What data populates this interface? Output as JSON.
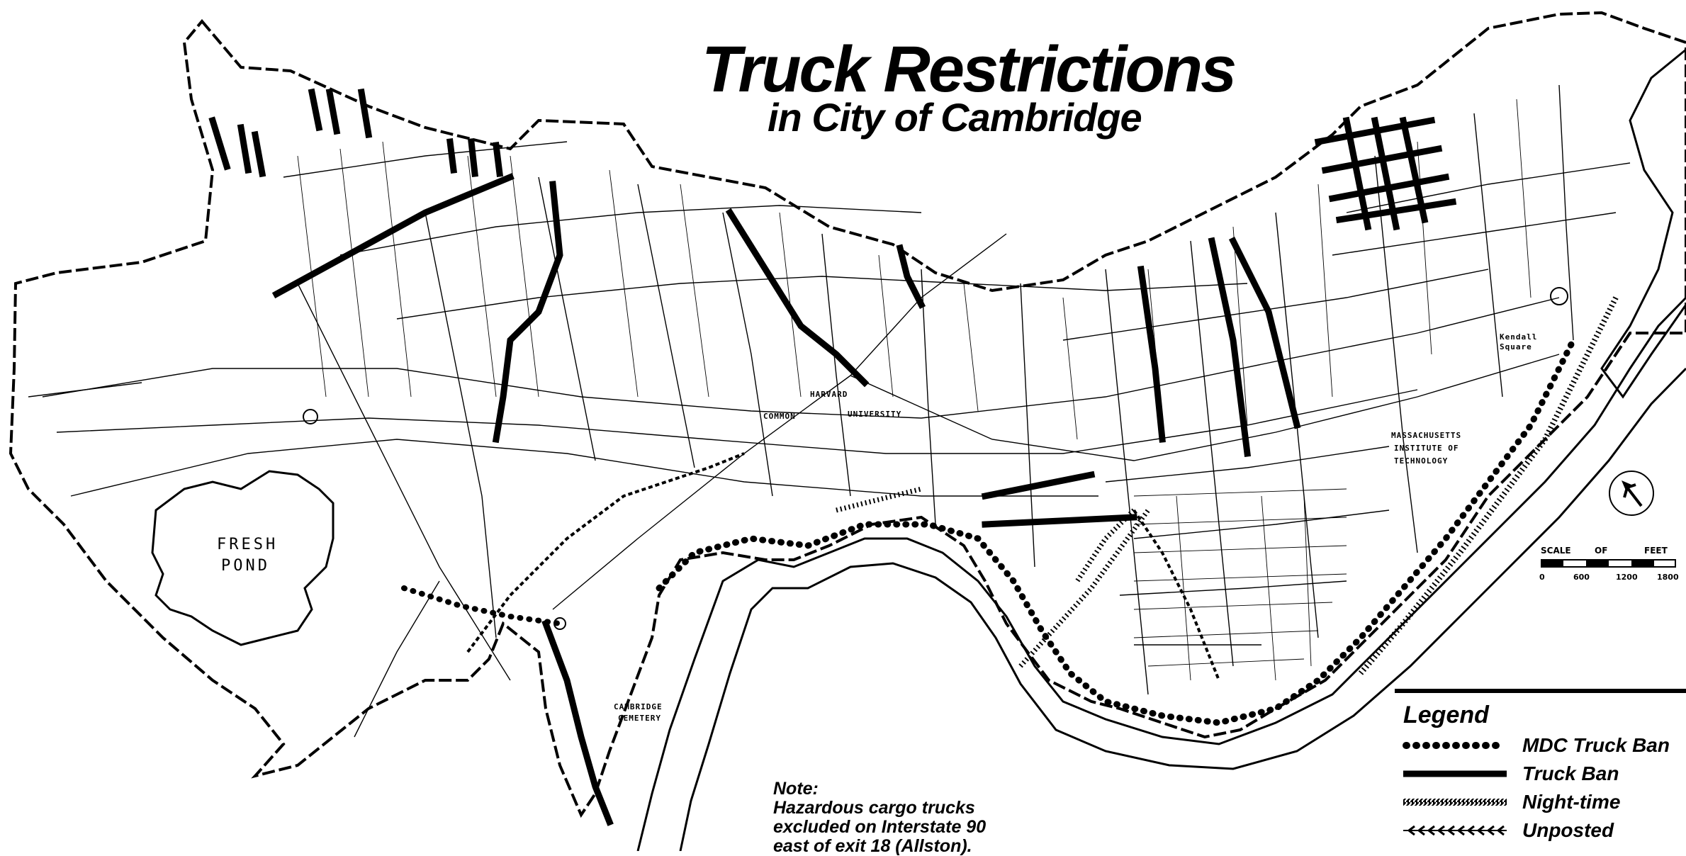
{
  "title": "Truck Restrictions",
  "subtitle": "in City of Cambridge",
  "note": {
    "heading": "Note:",
    "lines": [
      "Hazardous cargo trucks",
      "excluded on Interstate 90",
      "east of exit 18 (Allston)."
    ]
  },
  "places": {
    "fresh_pond_1": "FRESH",
    "fresh_pond_2": "POND",
    "harvard": "HARVARD",
    "university": "UNIVERSITY",
    "common": "COMMON",
    "cemetery_1": "CAMBRIDGE",
    "cemetery_2": "CEMETERY",
    "mit_1": "MASSACHUSETTS",
    "mit_2": "INSTITUTE OF",
    "mit_3": "TECHNOLOGY",
    "kendall_1": "Kendall",
    "kendall_2": "Square"
  },
  "legend": {
    "title": "Legend",
    "items": [
      {
        "label": "MDC Truck Ban",
        "symbol": "dotted-line-icon"
      },
      {
        "label": "Truck Ban",
        "symbol": "thick-line-icon"
      },
      {
        "label": "Night-time",
        "symbol": "hatched-line-icon"
      },
      {
        "label": "Unposted",
        "symbol": "arrow-line-icon"
      }
    ]
  },
  "scale": {
    "label_scale": "SCALE",
    "label_of": "OF",
    "label_feet": "FEET",
    "ticks": [
      "0",
      "600",
      "1200",
      "1800"
    ]
  },
  "colors": {
    "ink": "#000000",
    "paper": "#ffffff"
  }
}
